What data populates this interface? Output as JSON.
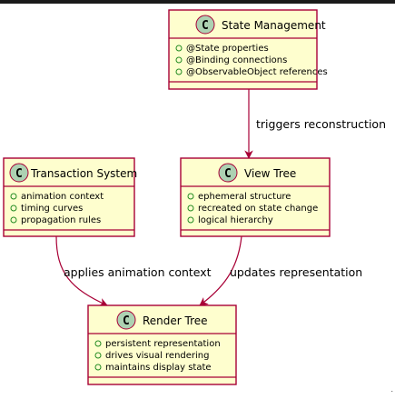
{
  "colors": {
    "class_fill": "#fefece",
    "class_border": "#a80036",
    "badge_fill": "#add1b2",
    "edge": "#a80036",
    "member_bullet": "#228b22"
  },
  "classes": {
    "state_management": {
      "name": "State Management",
      "badge": "C",
      "members": [
        "@State properties",
        "@Binding connections",
        "@ObservableObject references"
      ]
    },
    "transaction_system": {
      "name": "Transaction System",
      "badge": "C",
      "members": [
        "animation context",
        "timing curves",
        "propagation rules"
      ]
    },
    "view_tree": {
      "name": "View Tree",
      "badge": "C",
      "members": [
        "ephemeral structure",
        "recreated on state change",
        "logical hierarchy"
      ]
    },
    "render_tree": {
      "name": "Render Tree",
      "badge": "C",
      "members": [
        "persistent representation",
        "drives visual rendering",
        "maintains display state"
      ]
    }
  },
  "edges": {
    "state_to_view": {
      "label": "triggers reconstruction"
    },
    "transaction_to_render": {
      "label": "applies animation context"
    },
    "view_to_render": {
      "label": "updates representation"
    }
  },
  "footer": {
    "mark": "."
  }
}
